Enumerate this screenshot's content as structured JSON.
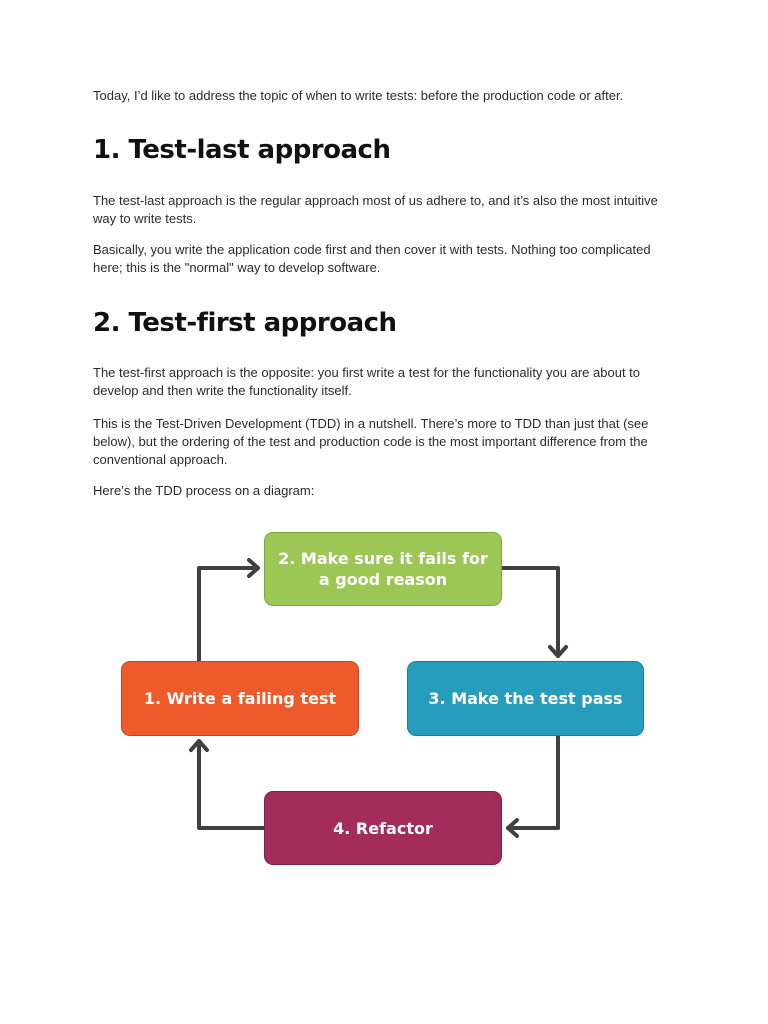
{
  "intro": "Today, I’d like to address the topic of when to write tests: before the production code or after.",
  "sections": [
    {
      "heading": "1. Test-last approach",
      "paragraphs": [
        "The test-last approach is the regular approach most of us adhere to, and it’s also the most intuitive way to write tests.",
        "Basically, you write the application code first and then cover it with tests. Nothing too complicated here; this is the \"normal\" way to develop software."
      ]
    },
    {
      "heading": "2. Test-first approach",
      "paragraphs": [
        "The test-first approach is the opposite: you first write a test for the functionality you are about to develop and then write the functionality itself.",
        "This is the Test-Driven Development (TDD) in a nutshell. There’s more to TDD than just that (see below), but the ordering of the test and production code is the most important difference from the conventional approach.",
        "Here’s the TDD process on a diagram:"
      ]
    }
  ],
  "diagram": {
    "steps": [
      {
        "label": "1. Write a failing test",
        "color": "#ef5a2a"
      },
      {
        "label": "2. Make sure it fails for a good reason",
        "color": "#9cc755"
      },
      {
        "label": "3. Make the test pass",
        "color": "#279dbd"
      },
      {
        "label": "4. Refactor",
        "color": "#a32c5c"
      }
    ],
    "arrow_color": "#404040"
  }
}
